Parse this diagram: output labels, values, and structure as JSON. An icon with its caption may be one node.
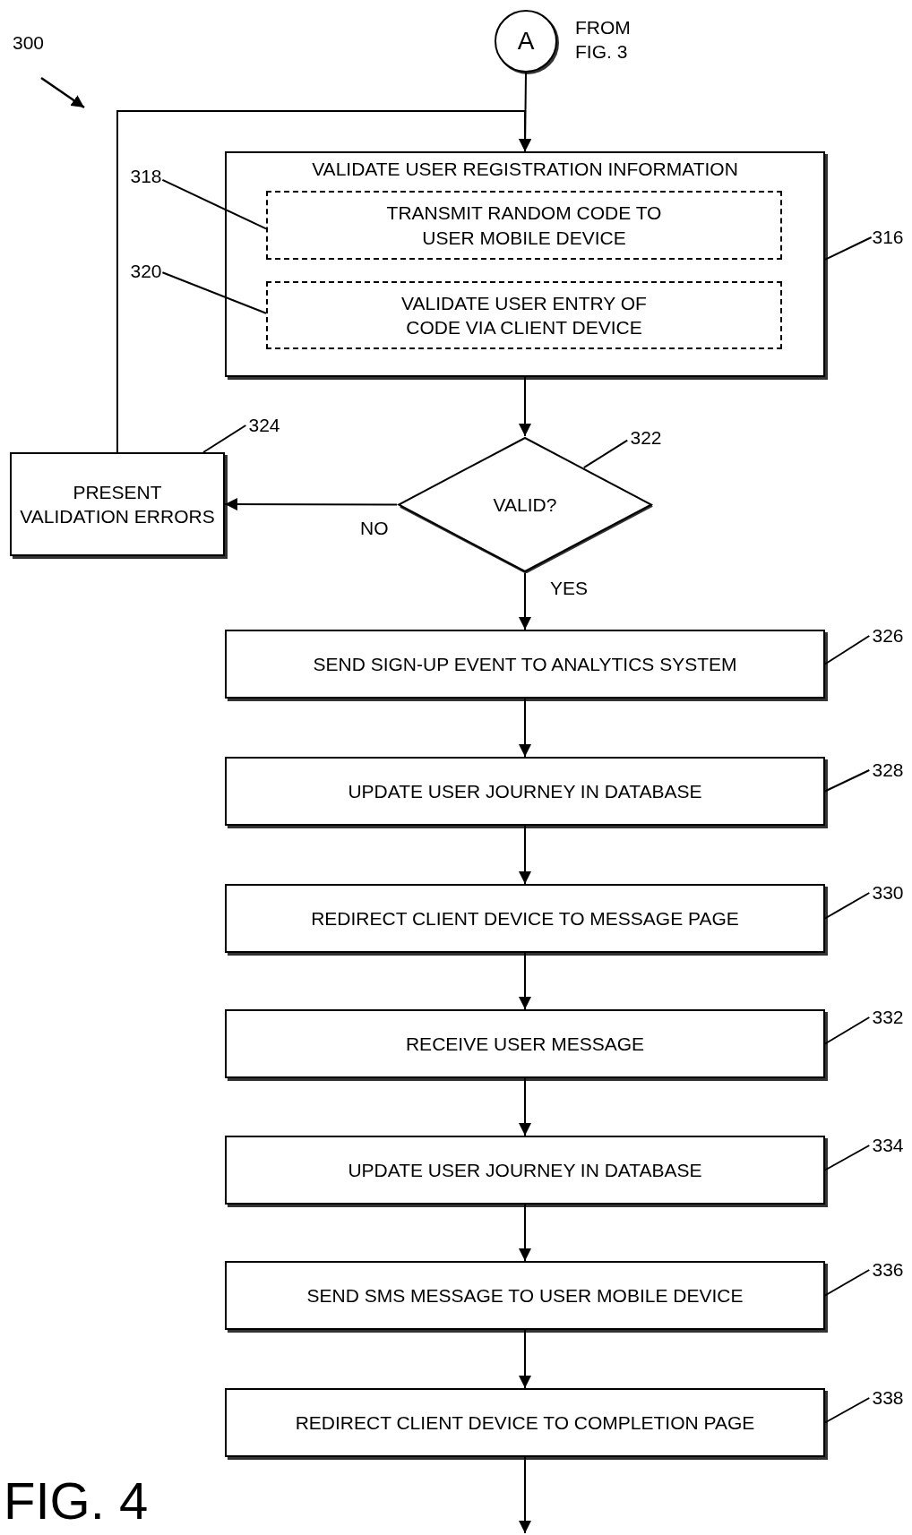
{
  "diagram": {
    "nodes": [
      {
        "text": [
          "A"
        ],
        "beside": [
          "FROM FIG. 3"
        ]
      },
      {
        "text": [
          "VALIDATE USER REGISTRATION INFORMATION"
        ]
      },
      {
        "text": [
          "TRANSMIT RANDOM CODE TO USER MOBILE DEVICE"
        ],
        "in": 1
      },
      {
        "text": [
          "VALIDATE USER ENTRY OF CODE VIA CLIENT DEVICE"
        ],
        "in": 1
      },
      {
        "text": [
          "VALID?"
        ]
      },
      {
        "text": [
          "PRESENT VALIDATION ERRORS"
        ]
      },
      {
        "text": [
          "SEND SIGN-UP EVENT TO ANALYTICS SYSTEM"
        ]
      },
      {
        "text": [
          "UPDATE USER JOURNEY IN DATABASE"
        ]
      },
      {
        "text": [
          "REDIRECT CLIENT DEVICE TO MESSAGE PAGE"
        ]
      },
      {
        "text": [
          "RECEIVE USER MESSAGE"
        ]
      },
      {
        "text": [
          "UPDATE USER JOURNEY IN DATABASE"
        ]
      },
      {
        "text": [
          "SEND SMS MESSAGE TO USER MOBILE DEVICE"
        ]
      },
      {
        "text": [
          "REDIRECT CLIENT DEVICE TO COMPLETION PAGE"
        ]
      },
      {
        "text": [
          "318"
        ]
      },
      {
        "text": [
          "320"
        ]
      },
      {
        "text": [
          "316"
        ]
      },
      {
        "text": [
          "324"
        ]
      },
      {
        "text": [
          "322"
        ]
      },
      {
        "text": [
          "326"
        ]
      },
      {
        "text": [
          "328"
        ]
      },
      {
        "text": [
          "330"
        ]
      },
      {
        "text": [
          "332"
        ]
      },
      {
        "text": [
          "334"
        ]
      },
      {
        "text": [
          "336"
        ]
      },
      {
        "text": [
          "338"
        ]
      }
    ],
    "edges": [
      {
        "from": 0,
        "to": 1,
        "arrow": "to"
      },
      {
        "from": 1,
        "to": 4,
        "arrow": "to"
      },
      {
        "from": 4,
        "to": 5,
        "arrow": "to",
        "label": "NO"
      },
      {
        "from": 5,
        "to": 1,
        "arrow": "to"
      },
      {
        "from": 4,
        "to": 6,
        "arrow": "to",
        "label": "YES"
      },
      {
        "from": 6,
        "to": 7,
        "arrow": "to"
      },
      {
        "from": 7,
        "to": 8,
        "arrow": "to"
      },
      {
        "from": 8,
        "to": 9,
        "arrow": "to"
      },
      {
        "from": 9,
        "to": 10,
        "arrow": "to"
      },
      {
        "from": 10,
        "to": 11,
        "arrow": "to"
      },
      {
        "from": 11,
        "to": 12,
        "arrow": "to"
      },
      {
        "from": 12,
        "to": null,
        "arrow": "to"
      },
      {
        "from": 13,
        "to": 2,
        "arrow": "none"
      },
      {
        "from": 14,
        "to": 3,
        "arrow": "none"
      },
      {
        "from": 15,
        "to": 1,
        "arrow": "none"
      },
      {
        "from": 16,
        "to": 5,
        "arrow": "none"
      },
      {
        "from": 17,
        "to": 4,
        "arrow": "none"
      },
      {
        "from": 18,
        "to": 6,
        "arrow": "none"
      },
      {
        "from": 19,
        "to": 7,
        "arrow": "none"
      },
      {
        "from": 20,
        "to": 8,
        "arrow": "none"
      },
      {
        "from": 21,
        "to": 9,
        "arrow": "none"
      },
      {
        "from": 22,
        "to": 10,
        "arrow": "none"
      },
      {
        "from": 23,
        "to": 11,
        "arrow": "none"
      },
      {
        "from": 24,
        "to": 12,
        "arrow": "none"
      }
    ],
    "labels": [
      "300",
      "FIG. 4"
    ]
  }
}
